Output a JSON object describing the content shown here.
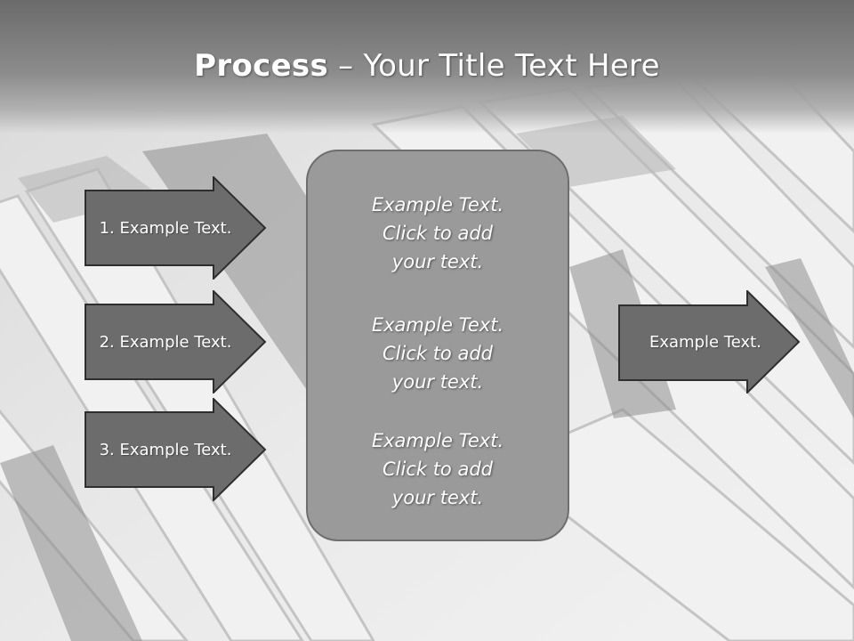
{
  "slide": {
    "title_bold": "Process",
    "title_rest": " – Your Title Text Here"
  },
  "left_arrows": [
    {
      "label": "1. Example Text."
    },
    {
      "label": "2. Example Text."
    },
    {
      "label": "3. Example Text."
    }
  ],
  "center_box": {
    "blocks": [
      {
        "lines": [
          "Example Text.",
          "Click  to add",
          "your text."
        ]
      },
      {
        "lines": [
          "Example Text.",
          "Click  to add",
          "your text."
        ]
      },
      {
        "lines": [
          "Example Text.",
          "Click  to add",
          "your text."
        ]
      }
    ]
  },
  "right_arrow": {
    "label": "Example Text."
  },
  "colors": {
    "arrow_fill": "#6c6c6c",
    "arrow_stroke": "#2e2e2e",
    "box_fill": "#9a9a9a",
    "text": "#ffffff"
  },
  "background": {
    "image": "piano-keys-grayscale"
  }
}
